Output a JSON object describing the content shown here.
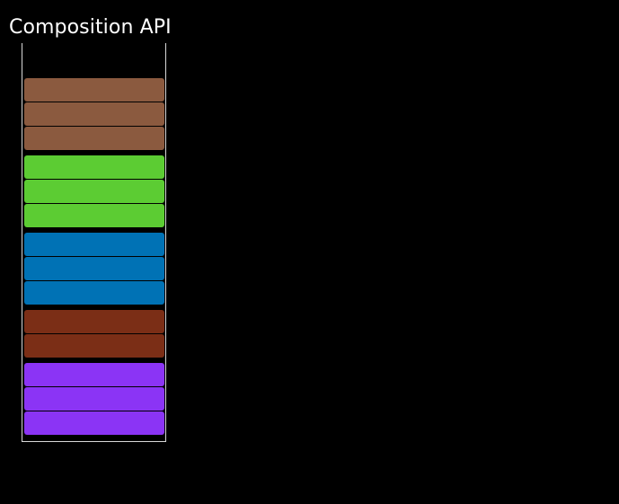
{
  "page": {
    "title": "Composition API",
    "background_color": "#000000",
    "text_color": "#ffffff"
  },
  "container": {
    "border_color": "#d8d8d8",
    "name": "track-container"
  },
  "bar_groups": [
    {
      "name": "group-brown",
      "color": "#8B5A3F",
      "count": 3,
      "bars": [
        {
          "label": "brown-bar-1",
          "color": "#8B5A3F"
        },
        {
          "label": "brown-bar-2",
          "color": "#8B5A3F"
        },
        {
          "label": "brown-bar-3",
          "color": "#8B5A3F"
        }
      ]
    },
    {
      "name": "group-green",
      "color": "#5CCC33",
      "count": 3,
      "bars": [
        {
          "label": "green-bar-1",
          "color": "#5CCC33"
        },
        {
          "label": "green-bar-2",
          "color": "#5CCC33"
        },
        {
          "label": "green-bar-3",
          "color": "#5CCC33"
        }
      ]
    },
    {
      "name": "group-blue",
      "color": "#0072B5",
      "count": 3,
      "bars": [
        {
          "label": "blue-bar-1",
          "color": "#0072B5"
        },
        {
          "label": "blue-bar-2",
          "color": "#0072B5"
        },
        {
          "label": "blue-bar-3",
          "color": "#0072B5"
        }
      ]
    },
    {
      "name": "group-dark-red",
      "color": "#7B2E16",
      "count": 2,
      "bars": [
        {
          "label": "dark-red-bar-1",
          "color": "#7B2E16"
        },
        {
          "label": "dark-red-bar-2",
          "color": "#7B2E16"
        }
      ]
    },
    {
      "name": "group-purple",
      "color": "#8B34F5",
      "count": 3,
      "bars": [
        {
          "label": "purple-bar-1",
          "color": "#8B34F5"
        },
        {
          "label": "purple-bar-2",
          "color": "#8B34F5"
        },
        {
          "label": "purple-bar-3",
          "color": "#8B34F5"
        }
      ]
    }
  ]
}
